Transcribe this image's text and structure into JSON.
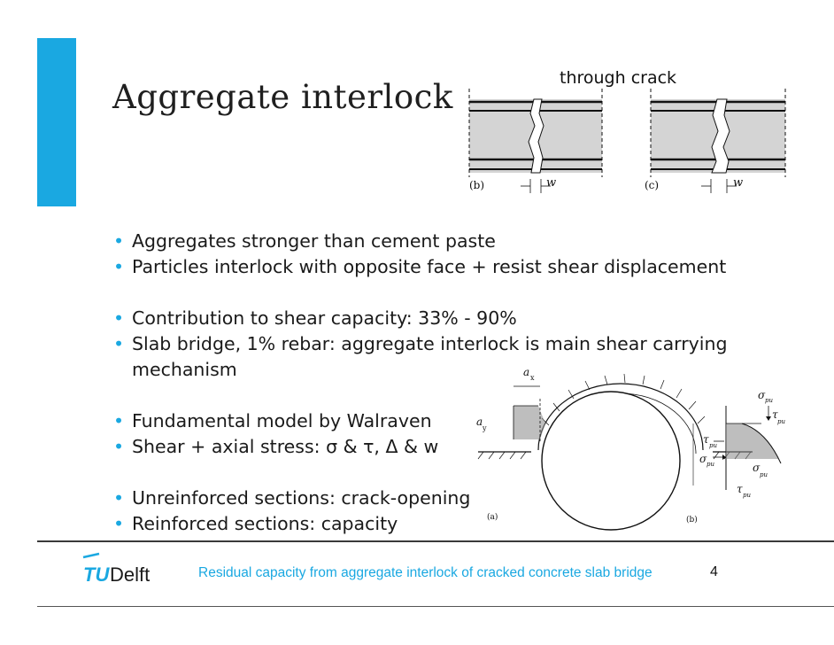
{
  "slide": {
    "title": "Aggregate interlock",
    "crack_label": "through crack",
    "bullets": [
      "Aggregates stronger than cement paste",
      "Particles interlock with opposite face + resist shear displacement",
      "Contribution to shear capacity: 33% - 90%",
      "Slab bridge, 1% rebar: aggregate interlock is main shear carrying",
      "mechanism",
      "Fundamental model by Walraven",
      "Shear + axial stress: σ & τ, Δ & w",
      "Unreinforced sections: crack-opening",
      "Reinforced sections: capacity"
    ]
  },
  "figure_top": {
    "panel_b_label": "(b)",
    "panel_c_label": "(c)",
    "w_label": "w"
  },
  "figure_bottom": {
    "ax_label": "a",
    "ax_sub": "x",
    "ay_label": "a",
    "ay_sub": "y",
    "panel_a_label": "(a)",
    "panel_b_label": "(b)",
    "sigma": "σ",
    "tau": "τ",
    "pu": "pu"
  },
  "footer": {
    "logo_tu": "TU",
    "logo_delft": "Delft",
    "text": "Residual capacity from aggregate interlock of cracked concrete slab bridge",
    "page_number": "4"
  },
  "colors": {
    "accent": "#1aa8e1",
    "slab_fill": "#d4d4d4"
  }
}
